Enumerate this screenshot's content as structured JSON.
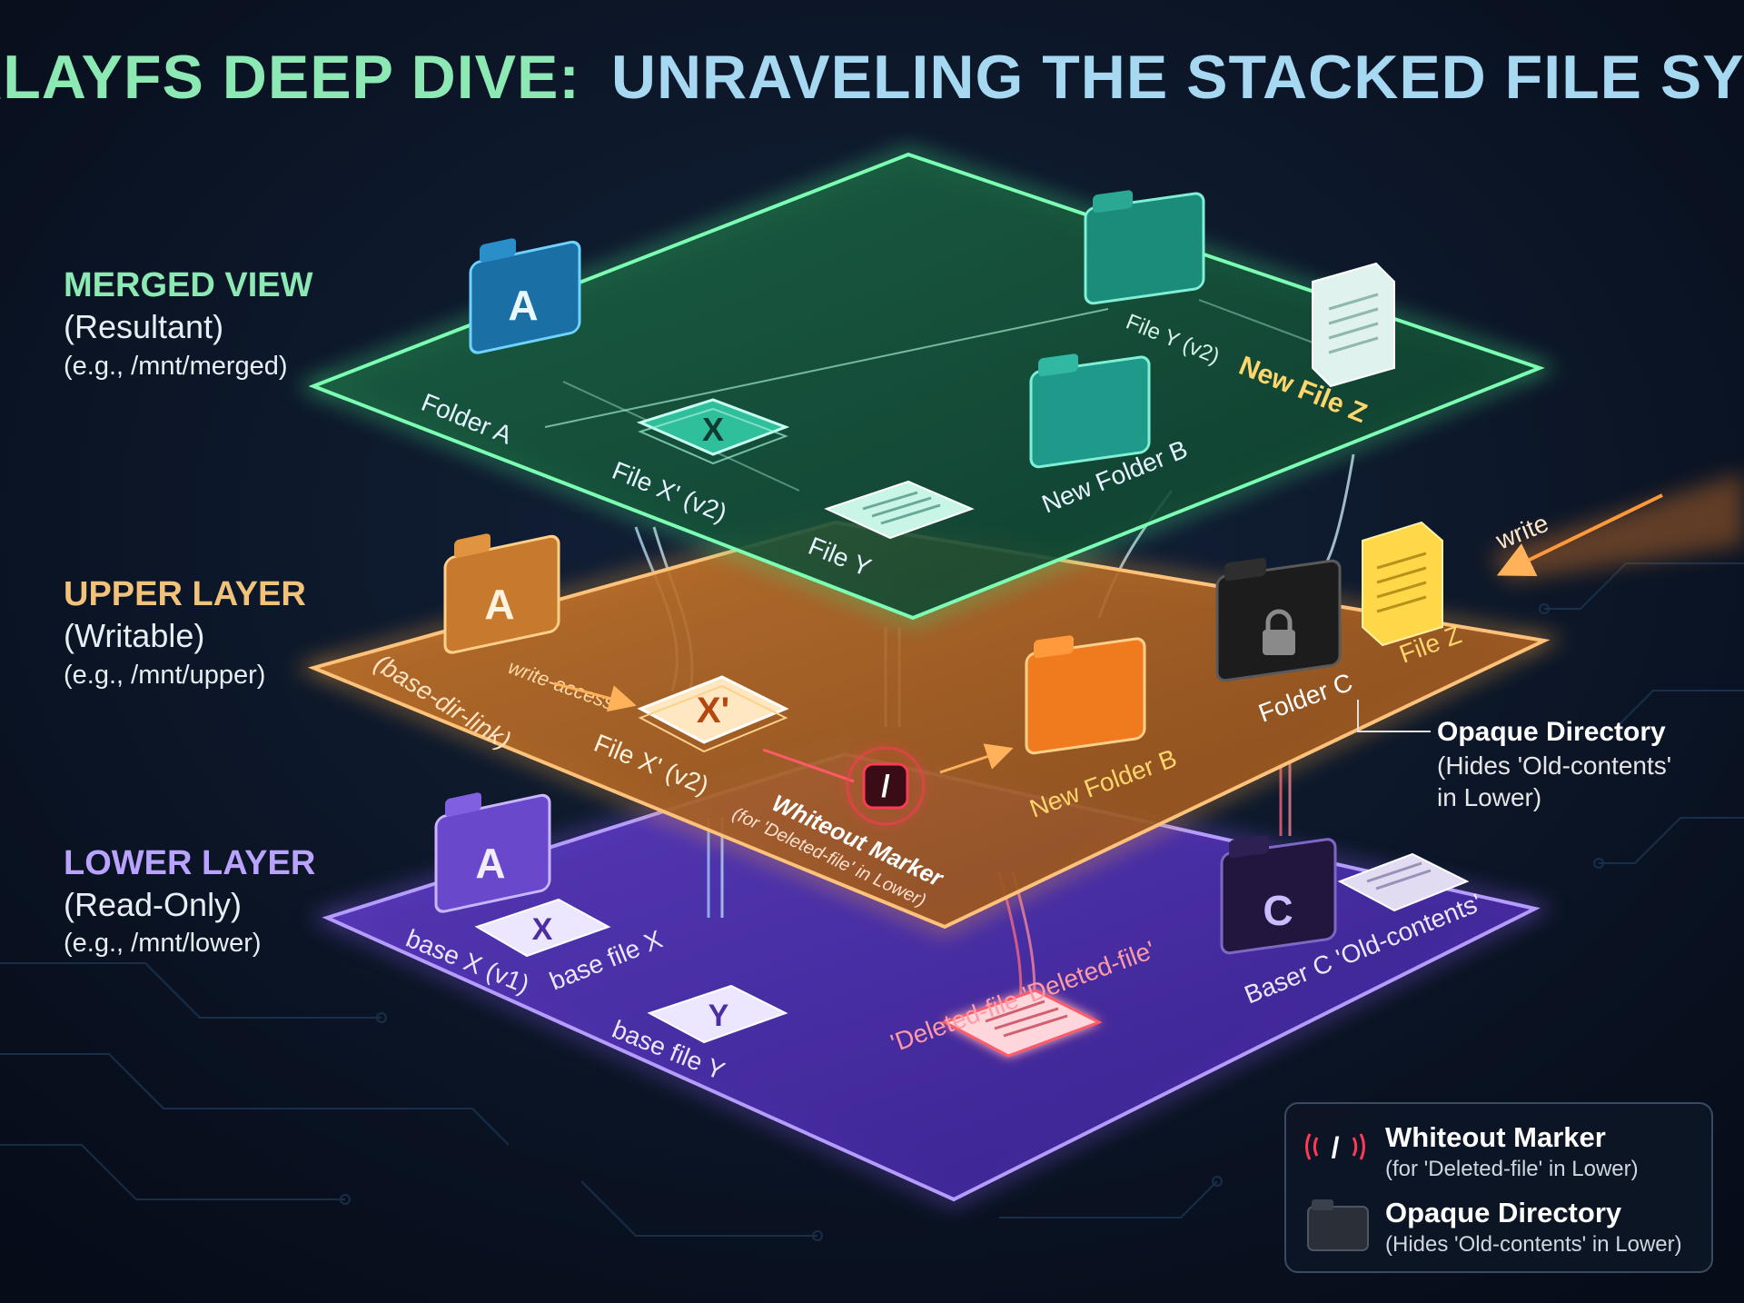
{
  "title": {
    "part1": "OVERLAYFS DEEP DIVE:",
    "part2": "UNRAVELING THE STACKED FILE SYSTEM"
  },
  "colors": {
    "merged": "#41d07a",
    "upper": "#f0a23c",
    "lower": "#7e58e6",
    "whiteout": "#ff3a55",
    "title1": "#8ce9b4",
    "title2": "#a6d8f2"
  },
  "layers": {
    "merged": {
      "name": "MERGED VIEW",
      "role": "(Resultant)",
      "path": "(e.g., /mnt/merged)",
      "items": {
        "folder_a": "Folder A",
        "file_x": "File X' (v2)",
        "file_y": "File Y",
        "file_y_v2": "File Y (v2)",
        "new_folder_b": "New Folder B",
        "new_file_z": "New File Z"
      }
    },
    "upper": {
      "name": "UPPER LAYER",
      "role": "(Writable)",
      "path": "(e.g., /mnt/upper)",
      "items": {
        "base_dir_link": "(base-dir-link)",
        "write_access": "write-access",
        "file_x": "File X' (v2)",
        "new_folder_b": "New Folder B",
        "folder_c": "Folder C",
        "file_z": "File Z",
        "write": "write",
        "whiteout_title": "Whiteout Marker",
        "whiteout_sub": "(for 'Deleted-file' in Lower)"
      }
    },
    "lower": {
      "name": "LOWER LAYER",
      "role": "(Read-Only)",
      "path": "(e.g., /mnt/lower)",
      "items": {
        "base_x_v1": "base X (v1)",
        "base_file_x": "base file X",
        "base_file_y": "base file Y",
        "deleted_file": "'Deleted-file 'Deleted-file'",
        "baser_c": "Baser C 'Old-contents'"
      }
    }
  },
  "icons": {
    "folder_a": "A",
    "file_x": "X",
    "file_x_upper": "X'",
    "file_y": "Y",
    "folder_c": "C",
    "whiteout": "/",
    "lock": "lock-icon"
  },
  "callout": {
    "title": "Opaque Directory",
    "line1": "(Hides 'Old-contents'",
    "line2": "in Lower)"
  },
  "legend": {
    "whiteout_title": "Whiteout Marker",
    "whiteout_sub": "(for 'Deleted-file' in Lower)",
    "opaque_title": "Opaque Directory",
    "opaque_sub": "(Hides 'Old-contents' in Lower)"
  }
}
